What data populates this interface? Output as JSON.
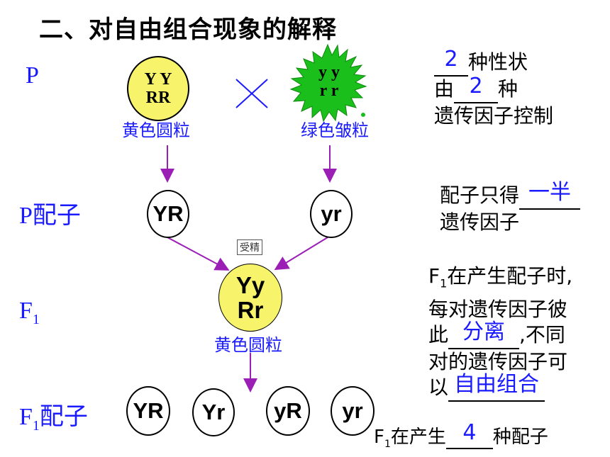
{
  "title": "二、对自由组合现象的解释",
  "rows": {
    "p": "P",
    "p_gametes": "P配子",
    "f1_main": "F",
    "f1_sub": "1",
    "f1_gametes_main": "F",
    "f1_gametes_sub": "1",
    "f1_gametes_suffix": "配子"
  },
  "parents": {
    "yellow_top": "Y Y",
    "yellow_bottom": "RR",
    "yellow_label": "黄色圆粒",
    "green_top": "y y",
    "green_bottom": "r r",
    "green_label": "绿色皱粒",
    "cross": "X"
  },
  "p_gametes": [
    "YR",
    "yr"
  ],
  "fertilization": "受精",
  "f1": {
    "top": "Yy",
    "bottom": "Rr",
    "label": "黄色圆粒"
  },
  "f1_gametes": [
    "YR",
    "Yr",
    "yR",
    "yr"
  ],
  "notes": {
    "n1_blank": "2",
    "n1_a": "种性状",
    "n1_b1": "由",
    "n1_blank2": "2",
    "n1_b2": "种",
    "n1_c": "遗传因子控制",
    "n2_a": "配子只得",
    "n2_blank": "一半",
    "n2_b": "遗传因子",
    "n3_l1_main": "F",
    "n3_l1_sub": "1",
    "n3_l1_rest": "在产生配子时,",
    "n3_l2": "每对遗传因子彼",
    "n3_l3a": "此",
    "n3_blank1": "分离",
    "n3_l3b": ",不同",
    "n3_l4": "对的遗传因子可",
    "n3_l5a": "以",
    "n3_blank2": "自由组合",
    "n4_main": "F",
    "n4_sub": "1",
    "n4_a": "在产生",
    "n4_blank": "4",
    "n4_b": "种配子"
  },
  "colors": {
    "yellow": "#f7f36b",
    "green": "#1bbf1b",
    "arrow": "#9b1fb5",
    "blue": "#1a1aff"
  }
}
